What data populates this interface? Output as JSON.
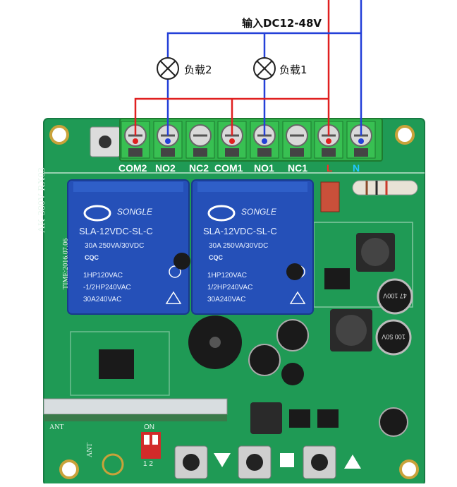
{
  "wiring": {
    "input_label": "输入DC12-48V",
    "load2_label": "负载2",
    "load1_label": "负载1",
    "colors": {
      "live": "#e02020",
      "neutral": "#2440d8"
    }
  },
  "terminals": [
    {
      "label": "COM2",
      "color": "#ffffff"
    },
    {
      "label": "NO2",
      "color": "#ffffff"
    },
    {
      "label": "NC2",
      "color": "#ffffff"
    },
    {
      "label": "COM1",
      "color": "#ffffff"
    },
    {
      "label": "NO1",
      "color": "#ffffff"
    },
    {
      "label": "NC1",
      "color": "#ffffff"
    },
    {
      "label": "L",
      "color": "#ff2a2a"
    },
    {
      "label": "N",
      "color": "#22c8ff"
    }
  ],
  "relays": [
    {
      "brand": "SONGLE",
      "model": "SLA-12VDC-SL-C",
      "rating1": "30A 250VA/30VDC",
      "cqc": "CQC",
      "hp1": "1HP120VAC",
      "hp2": "-1/2HP240VAC",
      "rating2": "30A240VAC"
    },
    {
      "brand": "SONGLE",
      "model": "SLA-12VDC-SL-C",
      "rating1": "30A 250VA/30VDC",
      "cqc": "CQC",
      "hp1": "1HP120VAC",
      "hp2": "1/2HP240VAC",
      "rating2": "30A240VAC"
    }
  ],
  "board": {
    "model_silk": "AK-380V  RX03",
    "time_silk": "TIME:2016.07.06",
    "ant_silk_1": "ANT",
    "ant_silk_2": "ANT",
    "dip_on": "ON",
    "dip_12": "1 2"
  },
  "capacitors": [
    {
      "text": "47 100V"
    },
    {
      "text": "100 50V"
    }
  ],
  "colors": {
    "pcb": "#1f9a55",
    "terminal_block": "#2fb24a",
    "relay": "#2550b8"
  }
}
